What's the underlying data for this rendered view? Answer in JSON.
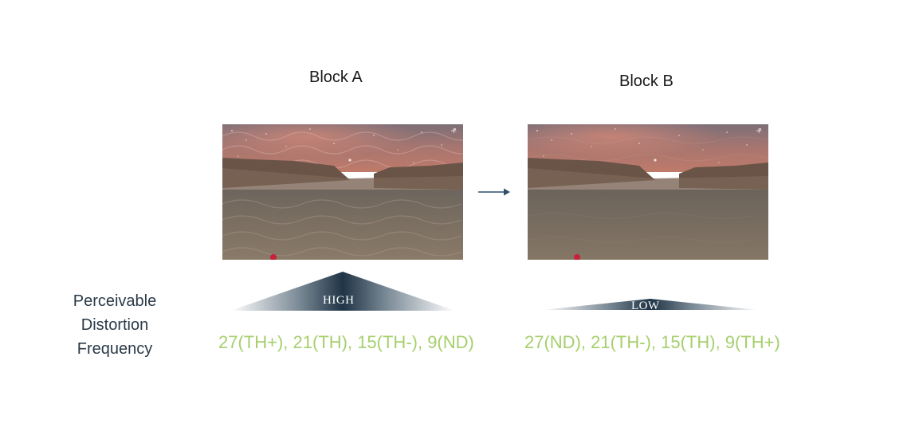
{
  "blocks": {
    "a": {
      "title": "Block A",
      "intensity": "HIGH",
      "sequence": "27(TH+), 21(TH), 15(TH-), 9(ND)"
    },
    "b": {
      "title": "Block B",
      "intensity": "LOW",
      "sequence": "27(ND), 21(TH-), 15(TH), 9(TH+)"
    }
  },
  "left_label": {
    "line1": "Perceivable",
    "line2": "Distortion",
    "line3": "Frequency"
  },
  "colors": {
    "sequence_text": "#a6cf6c",
    "triangle_dark": "#1f3446",
    "arrow": "#2f4f6b",
    "label_text": "#2a3a48"
  }
}
